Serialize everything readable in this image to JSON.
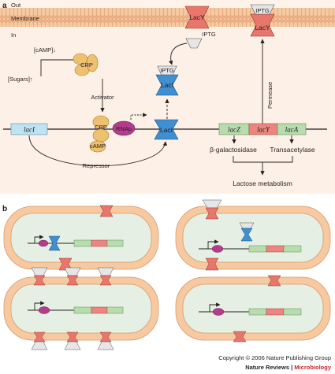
{
  "panels": {
    "a": "a",
    "b": "b"
  },
  "membrane": {
    "out": "Out",
    "label": "Membrane",
    "in": "In"
  },
  "regulators": {
    "camp_level": "[cAMP]↓",
    "sugars_level": "[Sugars]↑",
    "crp": "CRP",
    "camp": "cAMP",
    "rnap": "RNAp",
    "activator": "Activator",
    "repressor": "Repressor"
  },
  "proteins": {
    "laci": "LacI",
    "lacy": "LacY",
    "iptg": "IPTG",
    "permease": "Permease"
  },
  "genes": {
    "laci": "lacI",
    "lacz": "lacZ",
    "lacy": "lacY",
    "laca": "lacA"
  },
  "products": {
    "galactosidase": "β-galactosidase",
    "transacetylase": "Transacetylase",
    "metabolism": "Lactose metabolism"
  },
  "footer": {
    "copyright": "Copyright © 2006 Nature Publishing Group",
    "journal": "Nature Reviews",
    "separator": " | ",
    "section": "Microbiology"
  },
  "colors": {
    "membrane": "#f6c9a0",
    "cytoplasm_a": "#fdf0e6",
    "cell_fill": "#e6efe3",
    "laci_protein": "#3f8fd1",
    "lacy_protein": "#e8766b",
    "crp": "#eec170",
    "rnap": "#b43c8c",
    "gene_laci": "#bfe3f3",
    "gene_lacz": "#b8dcb0",
    "gene_lacy": "#ec8580",
    "gene_laca": "#b8dcb0",
    "iptg": "#e6e6e6"
  }
}
